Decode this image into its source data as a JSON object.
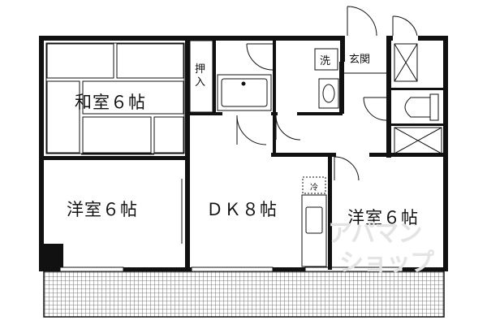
{
  "rooms": {
    "washitsu": "和室６帖",
    "yoshitsu_left": "洋室６帖",
    "dk": "ＤＫ８帖",
    "yoshitsu_right": "洋室６帖"
  },
  "fixtures": {
    "oshiire": "押\n入",
    "genkan": "玄関",
    "sen": "洗",
    "rei": "冷"
  },
  "watermark": {
    "line1": "アパマン",
    "line2": "ショップ"
  },
  "colors": {
    "wall": "#111111",
    "balcony_grid": "#555555"
  }
}
